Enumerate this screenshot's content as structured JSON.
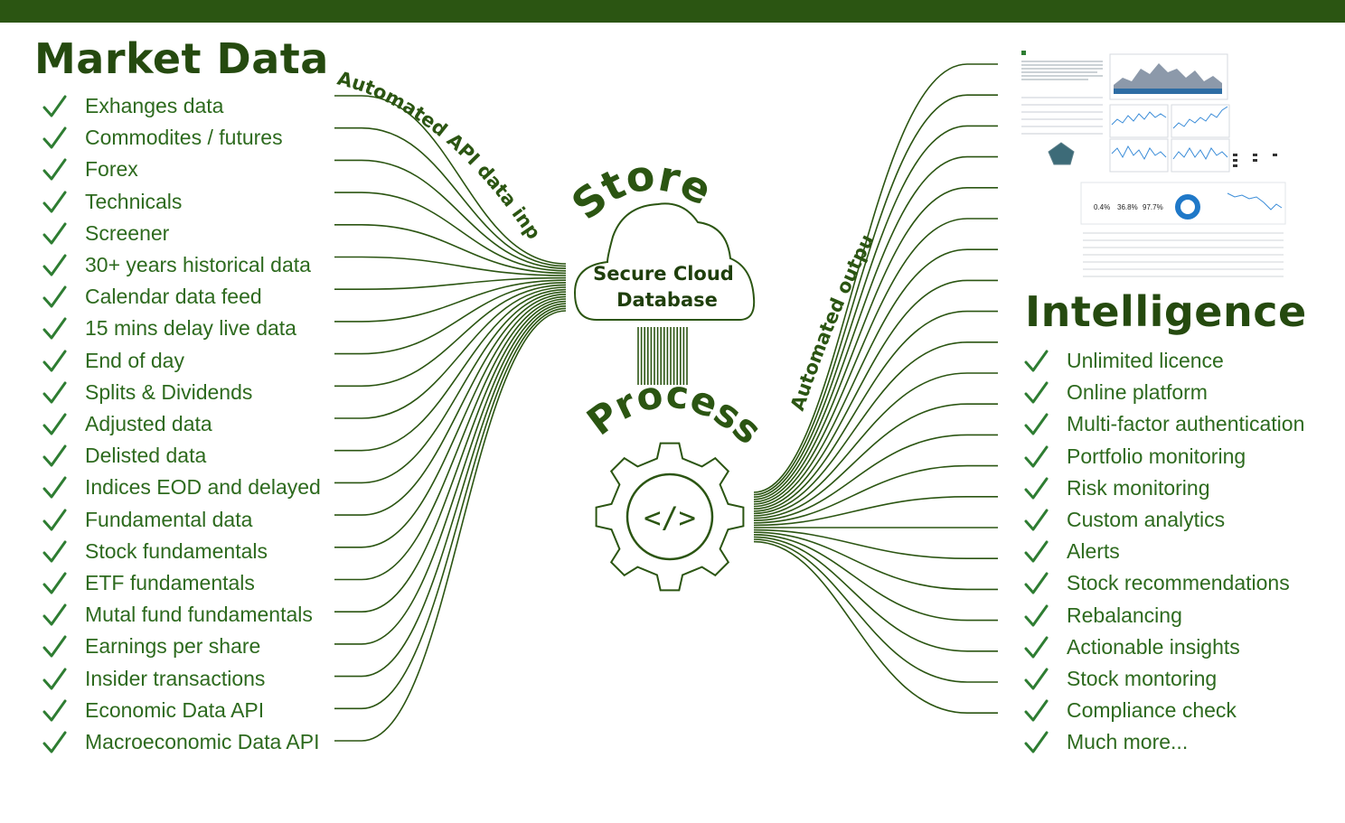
{
  "left": {
    "title": "Market Data",
    "items": [
      "Exhanges data",
      "Commodites / futures",
      "Forex",
      "Technicals",
      "Screener",
      "30+ years historical data",
      "Calendar data feed",
      "15 mins delay live data",
      "End of day",
      "Splits & Dividends",
      "Adjusted data",
      "Delisted data",
      "Indices EOD and delayed",
      "Fundamental data",
      "Stock fundamentals",
      "ETF fundamentals",
      "Mutal fund fundamentals",
      "Earnings per share",
      "Insider transactions",
      "Economic Data API",
      "Macroeconomic Data API"
    ]
  },
  "right": {
    "title": "Intelligence",
    "items": [
      "Unlimited licence",
      "Online platform",
      "Multi-factor authentication",
      "Portfolio monitoring",
      "Risk monitoring",
      "Custom analytics",
      "Alerts",
      "Stock recommendations",
      "Rebalancing",
      "Actionable insights",
      "Stock montoring",
      "Compliance check",
      "Much more..."
    ]
  },
  "flow": {
    "input_label": "Automated API data input",
    "output_label": "Automated output",
    "store_label": "Store",
    "cloud_line1": "Secure Cloud",
    "cloud_line2": "Database",
    "process_label": "Process",
    "code_symbol": "</>"
  },
  "dashboard": {
    "kpis": [
      "0.4%",
      "36.8%",
      "97.7%"
    ]
  },
  "colors": {
    "primary": "#2b5512",
    "text": "#2d6a1e",
    "check": "#2e7d32"
  }
}
